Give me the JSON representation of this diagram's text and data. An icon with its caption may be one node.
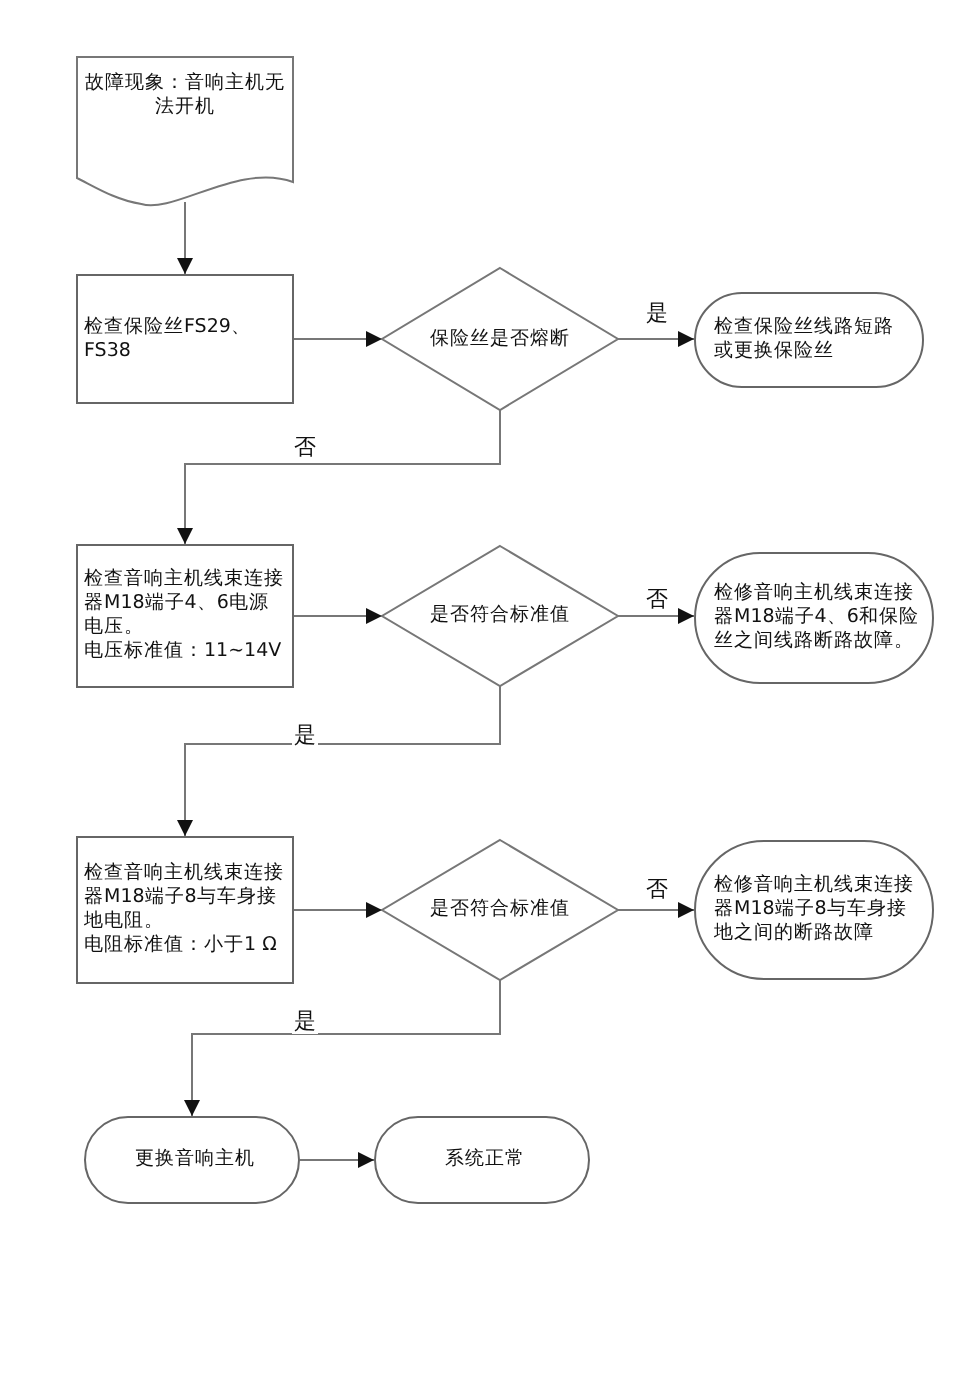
{
  "diagram": {
    "nodes": [
      {
        "text": [
          "故障现象：音响主机无法开机"
        ]
      },
      {
        "text": [
          "检查保险丝FS29、FS38"
        ]
      },
      {
        "text": [
          "保险丝是否熔断"
        ]
      },
      {
        "text": [
          "检查保险丝线路短路或更换保险丝"
        ]
      },
      {
        "text": [
          "检查音响主机线束连接器M18端子4、6电源电压。",
          "电压标准值：11~14V"
        ]
      },
      {
        "text": [
          "是否符合标准值"
        ]
      },
      {
        "text": [
          "检修音响主机线束连接器M18端子4、6和保险丝之间线路断路故障。"
        ]
      },
      {
        "text": [
          "检查音响主机线束连接器M18端子8与车身接地电阻。",
          "电阻标准值：小于1 Ω"
        ]
      },
      {
        "text": [
          "是否符合标准值"
        ]
      },
      {
        "text": [
          "检修音响主机线束连接器M18端子8与车身接地之间的断路故障"
        ]
      },
      {
        "text": [
          "更换音响主机"
        ]
      },
      {
        "text": [
          "系统正常"
        ]
      }
    ],
    "edges": [
      {
        "from": 0,
        "to": 1,
        "arrow": "to"
      },
      {
        "from": 1,
        "to": 2,
        "arrow": "to"
      },
      {
        "from": 2,
        "to": 3,
        "arrow": "to",
        "label": "是"
      },
      {
        "from": 2,
        "to": 4,
        "arrow": "to",
        "label": "否"
      },
      {
        "from": 4,
        "to": 5,
        "arrow": "to"
      },
      {
        "from": 5,
        "to": 6,
        "arrow": "to",
        "label": "否"
      },
      {
        "from": 5,
        "to": 7,
        "arrow": "to",
        "label": "是"
      },
      {
        "from": 7,
        "to": 8,
        "arrow": "to"
      },
      {
        "from": 8,
        "to": 9,
        "arrow": "to",
        "label": "否"
      },
      {
        "from": 8,
        "to": 10,
        "arrow": "to",
        "label": "是"
      },
      {
        "from": 10,
        "to": 11,
        "arrow": "to"
      }
    ]
  }
}
